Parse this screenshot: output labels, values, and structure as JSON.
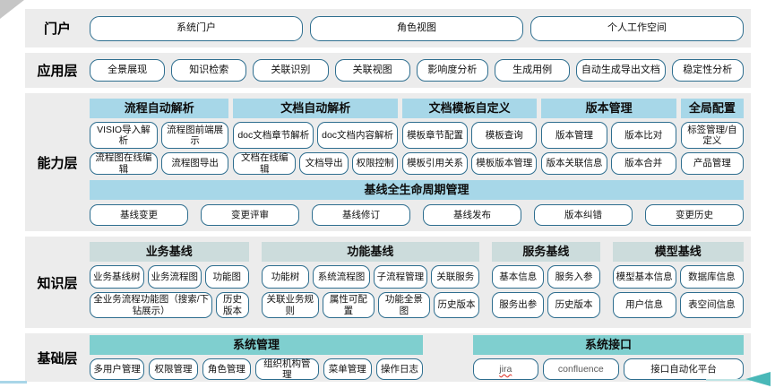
{
  "portal": {
    "label": "门户",
    "buttons": [
      "系统门户",
      "角色视图",
      "个人工作空间"
    ]
  },
  "app_layer": {
    "label": "应用层",
    "buttons": [
      "全景展现",
      "知识检索",
      "关联识别",
      "关联视图",
      "影响度分析",
      "生成用例",
      "自动生成导出文档",
      "稳定性分析"
    ]
  },
  "capability_layer": {
    "label": "能力层",
    "groups": [
      {
        "title": "流程自动解析",
        "rows": [
          [
            "VISIO导入解析",
            "流程图前端展示"
          ],
          [
            "流程图在线编辑",
            "流程图导出"
          ]
        ]
      },
      {
        "title": "文档自动解析",
        "rows": [
          [
            "doc文档章节解析",
            "doc文档内容解析"
          ],
          [
            "文档在线编辑",
            "文档导出",
            "权限控制"
          ]
        ]
      },
      {
        "title": "文档模板自定义",
        "rows": [
          [
            "模板章节配置",
            "模板查询"
          ],
          [
            "模板引用关系",
            "模板版本管理"
          ]
        ]
      },
      {
        "title": "版本管理",
        "rows": [
          [
            "版本管理",
            "版本比对"
          ],
          [
            "版本关联信息",
            "版本合并"
          ]
        ]
      },
      {
        "title": "全局配置",
        "rows": [
          [
            "标签管理/自定义"
          ],
          [
            "产品管理"
          ]
        ]
      }
    ],
    "baseline_group": {
      "title": "基线全生命周期管理",
      "buttons": [
        "基线变更",
        "变更评审",
        "基线修订",
        "基线发布",
        "版本纠错",
        "变更历史"
      ]
    }
  },
  "knowledge_layer": {
    "label": "知识层",
    "groups": [
      {
        "title": "业务基线",
        "rows": [
          [
            "业务基线树",
            "业务流程图",
            "功能图"
          ],
          [
            "全业务流程功能图（搜索/下钻展示）",
            "历史版本"
          ]
        ]
      },
      {
        "title": "功能基线",
        "rows": [
          [
            "功能树",
            "系统流程图",
            "子流程管理",
            "关联服务"
          ],
          [
            "关联业务规则",
            "属性可配置",
            "功能全景图",
            "历史版本"
          ]
        ]
      },
      {
        "title": "服务基线",
        "rows": [
          [
            "基本信息",
            "服务入参"
          ],
          [
            "服务出参",
            "历史版本"
          ]
        ]
      },
      {
        "title": "模型基线",
        "rows": [
          [
            "模型基本信息",
            "数据库信息"
          ],
          [
            "用户信息",
            "表空间信息"
          ]
        ]
      }
    ]
  },
  "foundation_layer": {
    "label": "基础层",
    "groups": [
      {
        "title": "系统管理",
        "buttons": [
          "多用户管理",
          "权限管理",
          "角色管理",
          "组织机构管理",
          "菜单管理",
          "操作日志"
        ]
      },
      {
        "title": "系统接口",
        "buttons": [
          "jira",
          "confluence",
          "接口自动化平台"
        ]
      }
    ]
  },
  "colors": {
    "band_background": "#ececec",
    "capability_header": "#a7d7e8",
    "knowledge_header": "#ccdcdc",
    "foundation_header": "#7fcfcf",
    "node_border": "#2e6e8f",
    "latin_text": "#595959",
    "spellcheck_underline": "#e03c31",
    "arrow_teal": "#49b8b8"
  }
}
